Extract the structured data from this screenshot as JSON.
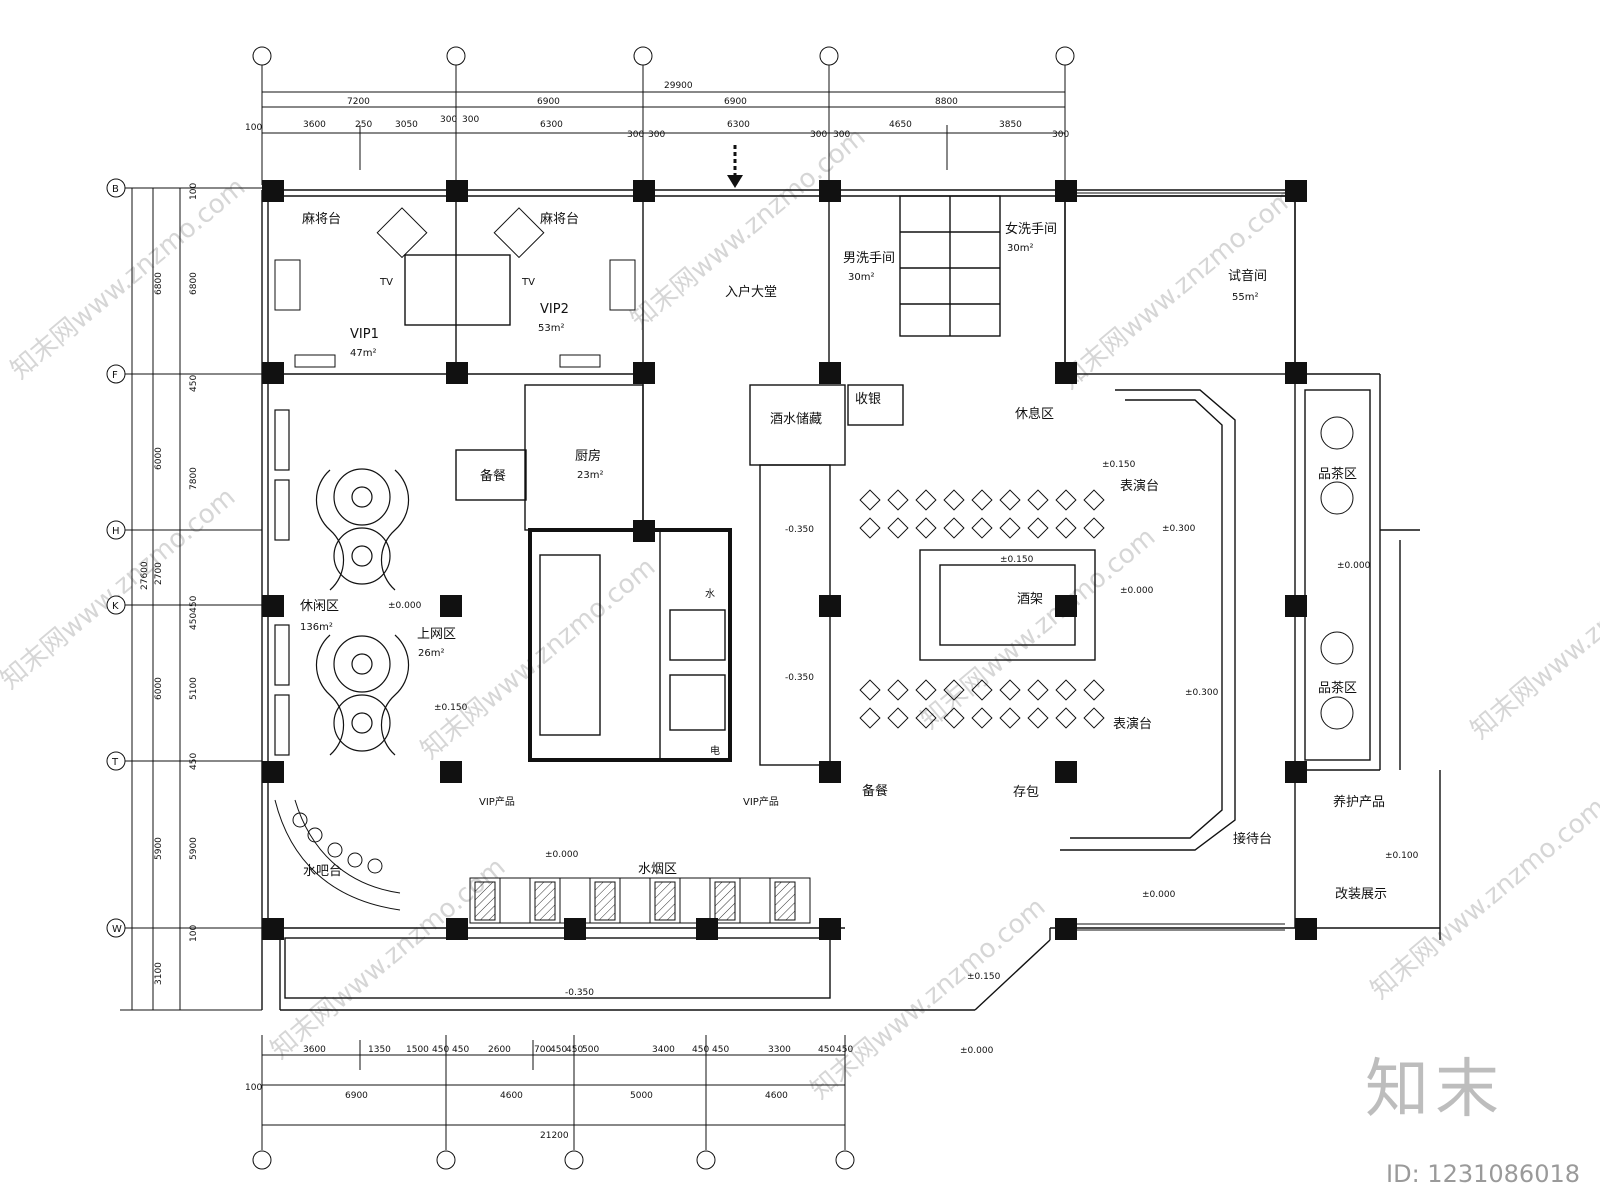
{
  "top_dimensions": {
    "total": "29900",
    "row1": [
      "7200",
      "6900",
      "6900",
      "8800"
    ],
    "row2": [
      "100",
      "3600",
      "250",
      "3050",
      "300",
      "300",
      "6300",
      "300",
      "300",
      "6300",
      "300",
      "300",
      "4650",
      "3850",
      "300"
    ]
  },
  "bottom_dimensions": {
    "total": "21200",
    "row1": [
      "3600",
      "1350",
      "1500",
      "450",
      "450",
      "2600",
      "700",
      "450",
      "450",
      "500",
      "3400",
      "450",
      "450",
      "3300",
      "450",
      "450"
    ],
    "row2": [
      "100",
      "6900",
      "4600",
      "5000",
      "4600"
    ]
  },
  "left_dimensions": {
    "total": "27600",
    "outer": [
      "6800",
      "6000",
      "2700",
      "6000",
      "5900",
      "3100"
    ],
    "inner": [
      "100",
      "6800",
      "450",
      "7800",
      "450450",
      "5100",
      "450",
      "5900",
      "100"
    ]
  },
  "grid_rows": [
    "B",
    "F",
    "H",
    "K",
    "T",
    "W"
  ],
  "rooms": {
    "mahjong_1": "麻将台",
    "mahjong_2": "麻将台",
    "vip1": "VIP1",
    "vip1_area": "47m²",
    "vip2": "VIP2",
    "vip2_area": "53m²",
    "tv_1": "TV",
    "tv_2": "TV",
    "lobby": "入户大堂",
    "mens_wc": "男洗手间",
    "mens_wc_area": "30m²",
    "womens_wc": "女洗手间",
    "womens_wc_area": "30m²",
    "listening": "试音间",
    "listening_area": "55m²",
    "cashier": "收银",
    "wine_storage": "酒水储藏",
    "rest": "休息区",
    "kitchen": "厨房",
    "kitchen_area": "23m²",
    "prep": "备餐",
    "leisure": "休闲区",
    "leisure_area": "136m²",
    "internet": "上网区",
    "internet_area": "26m²",
    "water": "水",
    "elev": "电",
    "stage_1": "表演台",
    "stage_2": "表演台",
    "wine_rack": "酒架",
    "tea_1": "品茶区",
    "tea_2": "品茶区",
    "vip_products_1": "VIP产品",
    "vip_products_2": "VIP产品",
    "prep2": "备餐",
    "checkroom": "存包",
    "reception": "接待台",
    "care_products": "养护产品",
    "bar": "水吧台",
    "hookah": "水烟区",
    "display": "改装展示"
  },
  "levels": {
    "l1": "±0.150",
    "l2": "-0.350",
    "l3": "±0.000",
    "l4": "-0.350",
    "l5": "±0.150",
    "l6": "±0.000",
    "l7": "±0.300",
    "l8": "±0.000",
    "l9": "±0.300",
    "l10": "±0.150",
    "l11": "±0.000",
    "l12": "±0.100",
    "l13": "±0.000",
    "l14": "-0.350",
    "l15": "±0.150",
    "l16": "±0.000"
  },
  "watermark": "知末网www.znzmo.com",
  "brand": "知末",
  "doc_id": "ID: 1231086018"
}
